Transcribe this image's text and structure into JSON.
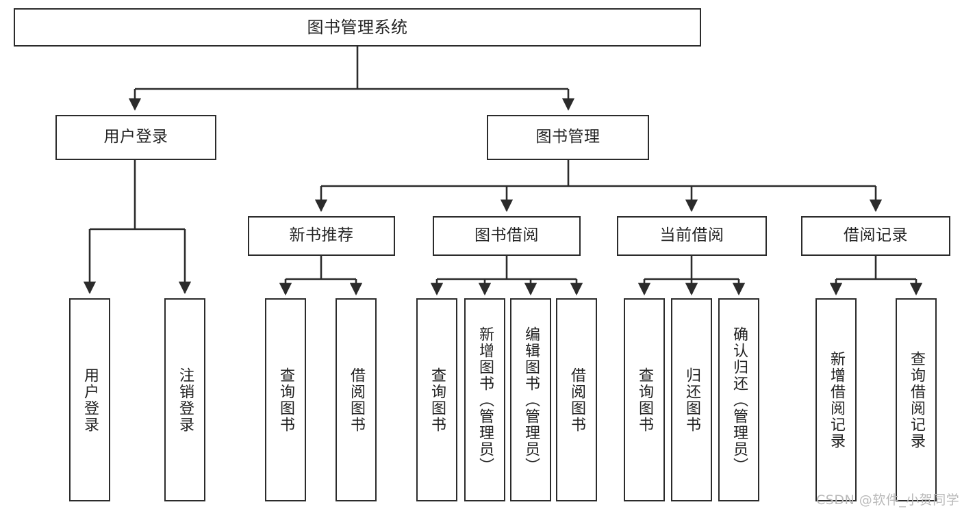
{
  "diagram": {
    "title": "图书管理系统",
    "type": "tree-hierarchy-diagram",
    "colors": {
      "box_border": "#2b2b2b",
      "box_fill": "#ffffff",
      "edge": "#2b2b2b",
      "text": "#232323",
      "watermark": "#b9b9b9"
    },
    "levels": {
      "root": {
        "label": "图书管理系统"
      },
      "level2": [
        {
          "id": "user-login",
          "label": "用户登录"
        },
        {
          "id": "book-management",
          "label": "图书管理"
        }
      ],
      "level3": [
        {
          "id": "new-book-recommend",
          "label": "新书推荐"
        },
        {
          "id": "book-borrow",
          "label": "图书借阅"
        },
        {
          "id": "current-borrow",
          "label": "当前借阅"
        },
        {
          "id": "borrow-record",
          "label": "借阅记录"
        }
      ],
      "leaves": {
        "user_login": [
          {
            "id": "leaf-user-login",
            "label": "用户登录"
          },
          {
            "id": "leaf-user-logout",
            "label": "注销登录"
          }
        ],
        "new_book_recommend": [
          {
            "id": "leaf-query-book-1",
            "label": "查询图书"
          },
          {
            "id": "leaf-borrow-book-1",
            "label": "借阅图书"
          }
        ],
        "book_borrow": [
          {
            "id": "leaf-query-book-2",
            "label": "查询图书"
          },
          {
            "id": "leaf-add-book",
            "label": "新增图书（管理员）"
          },
          {
            "id": "leaf-edit-book",
            "label": "编辑图书（管理员）"
          },
          {
            "id": "leaf-borrow-book-2",
            "label": "借阅图书"
          }
        ],
        "current_borrow": [
          {
            "id": "leaf-query-book-3",
            "label": "查询图书"
          },
          {
            "id": "leaf-return-book",
            "label": "归还图书"
          },
          {
            "id": "leaf-confirm-return",
            "label": "确认归还（管理员）"
          }
        ],
        "borrow_record": [
          {
            "id": "leaf-add-record",
            "label": "新增借阅记录"
          },
          {
            "id": "leaf-query-record",
            "label": "查询借阅记录"
          }
        ]
      }
    },
    "watermark": "CSDN @软件_小贺同学"
  }
}
